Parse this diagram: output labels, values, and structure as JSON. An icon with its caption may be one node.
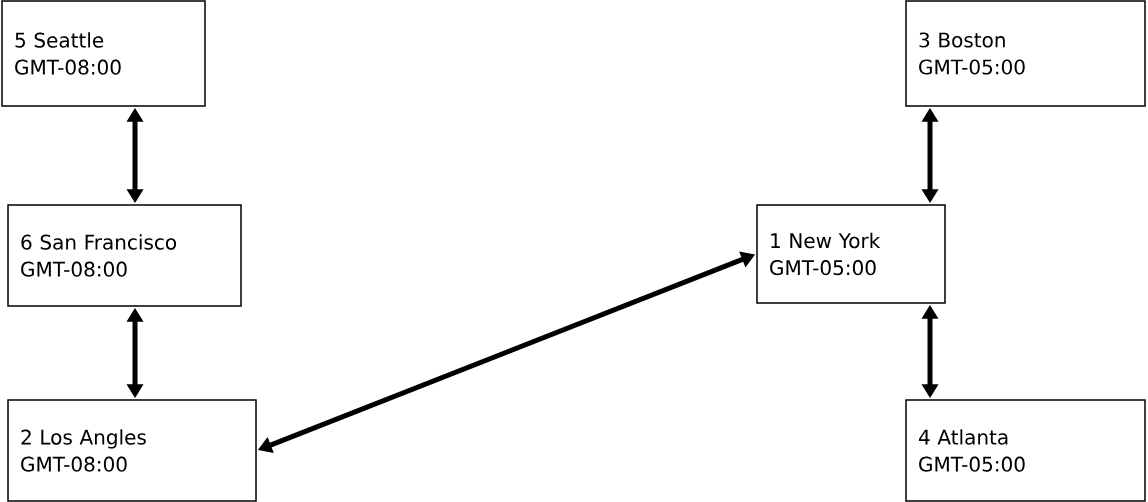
{
  "diagram": {
    "nodes": [
      {
        "text": [
          "5 Seattle",
          "GMT-08:00"
        ]
      },
      {
        "text": [
          "3 Boston",
          "GMT-05:00"
        ]
      },
      {
        "text": [
          "6 San Francisco",
          "GMT-08:00"
        ]
      },
      {
        "text": [
          "1 New York",
          "GMT-05:00"
        ]
      },
      {
        "text": [
          "2 Los Angles",
          "GMT-08:00"
        ]
      },
      {
        "text": [
          "4 Atlanta",
          "GMT-05:00"
        ]
      }
    ],
    "edges": [
      {
        "from": 0,
        "to": 2,
        "arrow": "both"
      },
      {
        "from": 2,
        "to": 4,
        "arrow": "both"
      },
      {
        "from": 4,
        "to": 3,
        "arrow": "both"
      },
      {
        "from": 1,
        "to": 3,
        "arrow": "both"
      },
      {
        "from": 3,
        "to": 5,
        "arrow": "both"
      }
    ]
  }
}
